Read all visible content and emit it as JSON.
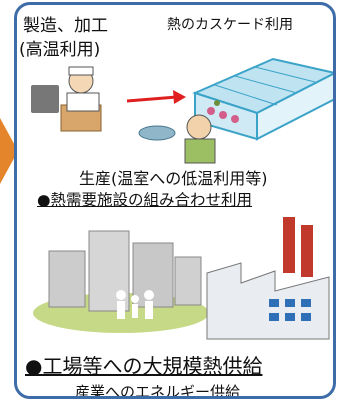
{
  "panel": {
    "line_processing": "製造、加工",
    "line_high_temp": "(高温利用)",
    "cascade_title": "熱のカスケード利用",
    "production_caption": "生産(温室への低温利用等)",
    "heat_demand_combo": "●熱需要施設の組み合わせ利用",
    "large_scale_supply": "●工場等への大規模熱供給",
    "industry_energy": "産業へのエネルギー供給"
  },
  "colors": {
    "border": "#3E6CA8",
    "arrow": "#E4842B",
    "greenhouse": "#3BA3C8",
    "lawn": "#C6D986",
    "factory_chimney": "#C0392B",
    "factory_windows": "#2F6FB8"
  },
  "icons": [
    "worker-icon",
    "red-arrow-icon",
    "greenhouse-icon",
    "fish-icon",
    "farmer-icon",
    "apartment-complex-icon",
    "family-icon",
    "factory-icon"
  ]
}
